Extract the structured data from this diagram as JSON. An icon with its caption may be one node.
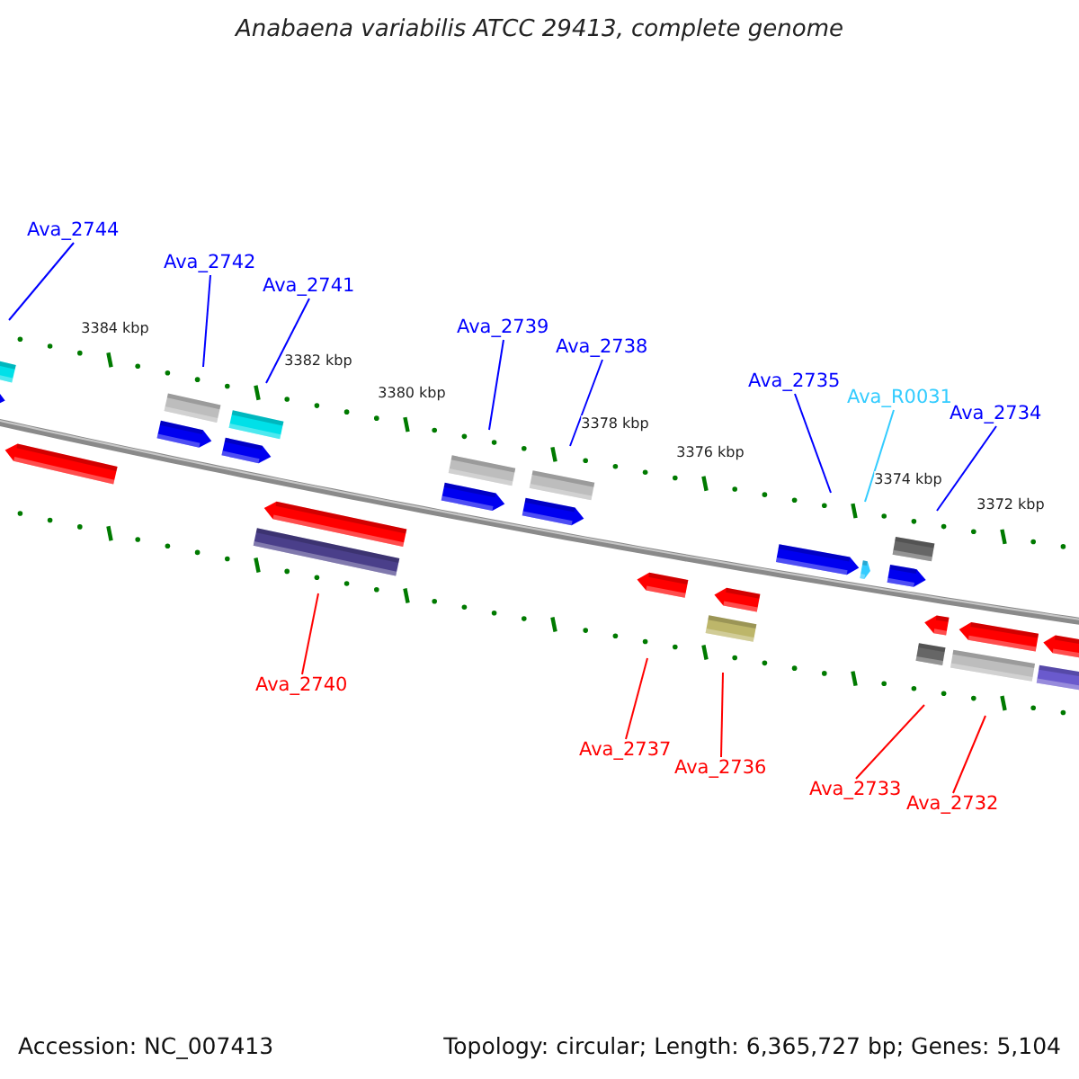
{
  "diagram": {
    "title": "Anabaena variabilis ATCC 29413, complete genome",
    "nodes": [
      {
        "text": [
          "Ava_2744"
        ]
      },
      {
        "text": [
          "Ava_2742"
        ]
      },
      {
        "text": [
          "Ava_2741"
        ]
      },
      {
        "text": [
          "Ava_2739"
        ]
      },
      {
        "text": [
          "Ava_2738"
        ]
      },
      {
        "text": [
          "Ava_2735"
        ]
      },
      {
        "text": [
          "Ava_R0031"
        ]
      },
      {
        "text": [
          "Ava_2734"
        ]
      },
      {
        "text": [
          "Ava_2740"
        ]
      },
      {
        "text": [
          "Ava_2737"
        ]
      },
      {
        "text": [
          "Ava_2736"
        ]
      },
      {
        "text": [
          "Ava_2733"
        ]
      },
      {
        "text": [
          "Ava_2732"
        ]
      }
    ],
    "edges": [
      {
        "from": 0,
        "to": null,
        "arrow": "none"
      },
      {
        "from": 1,
        "to": null,
        "arrow": "none"
      },
      {
        "from": 2,
        "to": null,
        "arrow": "none"
      },
      {
        "from": 3,
        "to": null,
        "arrow": "none"
      },
      {
        "from": 4,
        "to": null,
        "arrow": "none"
      },
      {
        "from": 5,
        "to": null,
        "arrow": "none"
      },
      {
        "from": 6,
        "to": null,
        "arrow": "none",
        "color": "#33ccff"
      },
      {
        "from": 7,
        "to": null,
        "arrow": "none"
      },
      {
        "from": 8,
        "to": null,
        "arrow": "none",
        "color": "#ff0000"
      },
      {
        "from": 9,
        "to": null,
        "arrow": "none",
        "color": "#ff0000"
      },
      {
        "from": 10,
        "to": null,
        "arrow": "none",
        "color": "#ff0000"
      },
      {
        "from": 11,
        "to": null,
        "arrow": "none",
        "color": "#ff0000"
      },
      {
        "from": 12,
        "to": null,
        "arrow": "none",
        "color": "#ff0000"
      }
    ],
    "labels": [
      "3384 kbp",
      "3382 kbp",
      "3380 kbp",
      "3378 kbp",
      "3376 kbp",
      "3374 kbp",
      "3372 kbp",
      "Accession: NC_007413",
      "Topology: circular; Length: 6,365,727 bp; Genes: 5,104"
    ]
  }
}
